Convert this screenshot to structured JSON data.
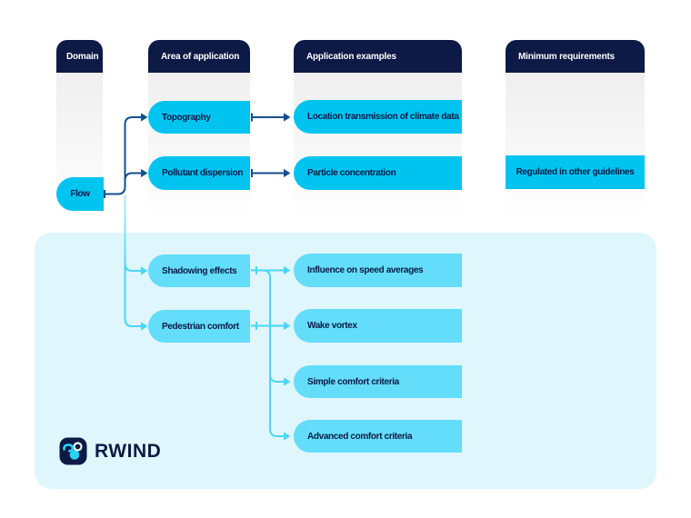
{
  "diagram": {
    "columns": [
      {
        "title": "Domain"
      },
      {
        "title": "Area of application"
      },
      {
        "title": "Application examples"
      },
      {
        "title": "Minimum requirements"
      }
    ],
    "nodes": {
      "flow": "Flow",
      "topography": "Topography",
      "pollutant_dispersion": "Pollutant dispersion",
      "shadowing_effects": "Shadowing effects",
      "pedestrian_comfort": "Pedestrian comfort",
      "location_transmission": "Location transmission of climate data",
      "particle_concentration": "Particle concentration",
      "influence_speed": "Influence on speed averages",
      "wake_vortex": "Wake vortex",
      "simple_comfort": "Simple comfort criteria",
      "advanced_comfort": "Advanced comfort criteria",
      "regulated": "Regulated in other guidelines"
    }
  },
  "branding": {
    "logo_text": "RWIND"
  },
  "colors": {
    "navy": "#0d1a45",
    "bright_cyan": "#00c4f0",
    "panel_cyan": "#dff6fd",
    "soft_cyan_node": "#63ddf9",
    "connector_dark": "#134f8d",
    "connector_cyan": "#49d6f7"
  }
}
